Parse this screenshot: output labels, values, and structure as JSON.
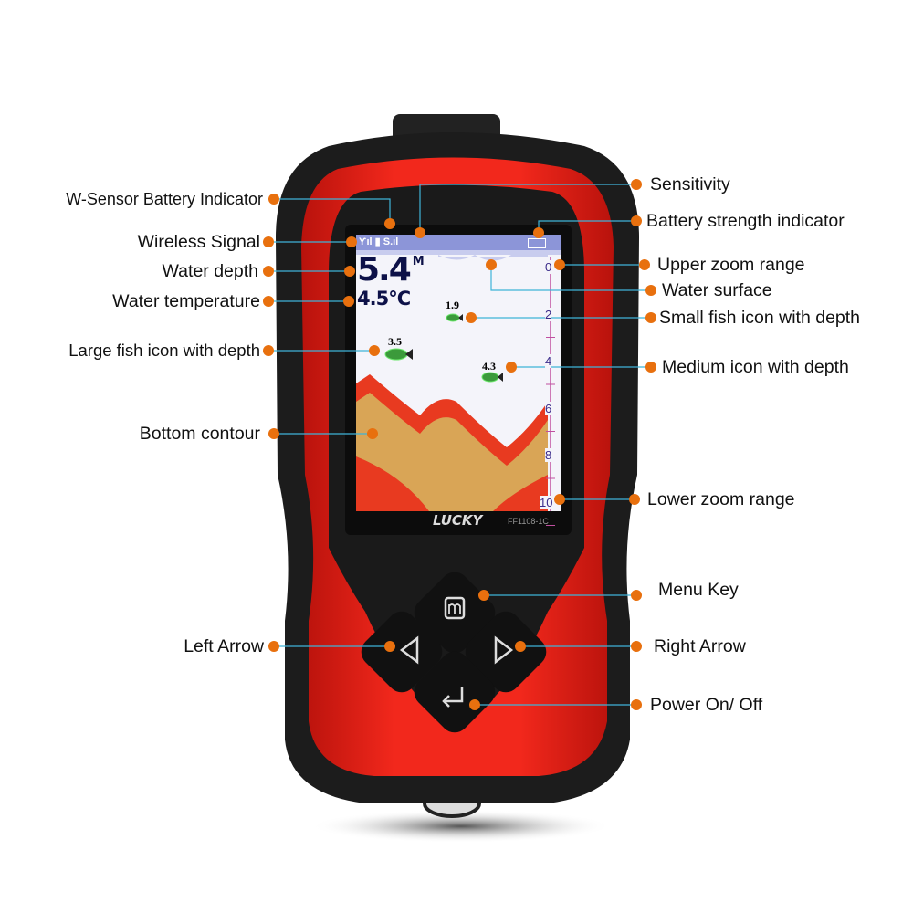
{
  "device": {
    "brand": "LUCKY",
    "model": "FF1108-1C",
    "screen": {
      "depth_value": "5.4",
      "depth_unit": "M",
      "temperature": "4.5°C",
      "fish": [
        {
          "depth": "1.9",
          "size": "small"
        },
        {
          "depth": "3.5",
          "size": "large"
        },
        {
          "depth": "4.3",
          "size": "medium"
        }
      ],
      "scale_ticks": [
        "0",
        "2",
        "4",
        "6",
        "8",
        "10"
      ],
      "status_icons": [
        "wireless-signal-icon",
        "sensor-battery-icon",
        "sensitivity-icon",
        "battery-icon"
      ]
    },
    "keys": [
      "menu-key",
      "left-arrow",
      "right-arrow",
      "power-key"
    ]
  },
  "labels": {
    "w_sensor_battery": "W-Sensor Battery Indicator",
    "wireless_signal": "Wireless Signal",
    "water_depth": "Water depth",
    "water_temperature": "Water temperature",
    "large_fish": "Large fish icon with depth",
    "bottom_contour": "Bottom contour",
    "left_arrow": "Left Arrow",
    "sensitivity": "Sensitivity",
    "battery_strength": "Battery strength indicator",
    "upper_zoom": "Upper zoom range",
    "water_surface": "Water surface",
    "small_fish": "Small fish icon with depth",
    "medium_fish": "Medium icon with depth",
    "lower_zoom": "Lower zoom range",
    "menu_key": "Menu Key",
    "right_arrow": "Right Arrow",
    "power": "Power On/ Off"
  },
  "colors": {
    "callout_dot": "#e8700e",
    "callout_line": "#3fb3d8",
    "shell_red": "#e8201a",
    "body_black": "#1c1c1c"
  }
}
